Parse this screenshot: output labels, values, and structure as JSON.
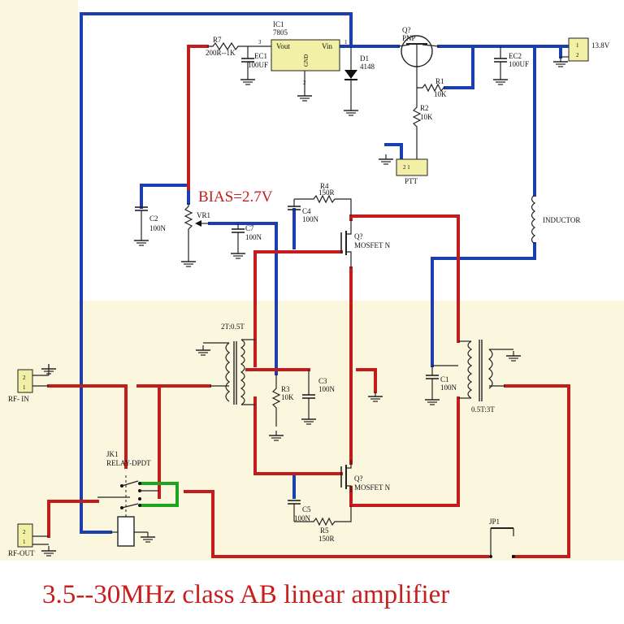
{
  "title": "3.5--30MHz  class AB  linear amplifier",
  "bias_note": "BIAS=2.7V",
  "components": {
    "ic1": {
      "ref": "IC1",
      "part": "7805",
      "pin_vout": "Vout",
      "pin_vin": "Vin",
      "pin_gnd": "GND",
      "pin1": "1",
      "pin2": "2",
      "pin3": "3"
    },
    "r7": {
      "ref": "R7",
      "value": "200R--1K"
    },
    "ec1": {
      "ref": "EC1",
      "value": "100UF"
    },
    "d1": {
      "ref": "D1",
      "value": "4148"
    },
    "q_pnp": {
      "ref": "Q?",
      "value": "PNP"
    },
    "ec2": {
      "ref": "EC2",
      "value": "100UF"
    },
    "j_power": {
      "label": "13.8V",
      "pin1": "1",
      "pin2": "2"
    },
    "r1": {
      "ref": "R1",
      "value": "10K"
    },
    "r2": {
      "ref": "R2",
      "value": "10K"
    },
    "ptt": {
      "label": "PTT",
      "pins": "2 1"
    },
    "vr1": {
      "ref": "VR1"
    },
    "c2": {
      "ref": "C2",
      "value": "100N"
    },
    "c7": {
      "ref": "C7",
      "value": "100N"
    },
    "r4": {
      "ref": "R4",
      "value": "150R"
    },
    "c4": {
      "ref": "C4",
      "value": "100N"
    },
    "q_top": {
      "ref": "Q?",
      "value": "MOSFET N"
    },
    "inductor": {
      "label": "INDUCTOR"
    },
    "t_in": {
      "label": "2T:0.5T"
    },
    "r3": {
      "ref": "R3",
      "value": "10K"
    },
    "c3": {
      "ref": "C3",
      "value": "100N"
    },
    "c1": {
      "ref": "C1",
      "value": "100N"
    },
    "t_out": {
      "label": "0.5T:3T"
    },
    "rf_in": {
      "label": "RF- IN",
      "pin2": "2",
      "pin1": "1"
    },
    "jk1": {
      "ref": "JK1",
      "value": "RELAY-DPDT"
    },
    "q_bot": {
      "ref": "Q?",
      "value": "MOSFET N"
    },
    "c5": {
      "ref": "C5",
      "value": "100N"
    },
    "r5": {
      "ref": "R5",
      "value": "150R"
    },
    "jp1": {
      "ref": "JP1"
    },
    "rf_out": {
      "label": "RF-OUT",
      "pin2": "2",
      "pin1": "1"
    }
  },
  "colors": {
    "background_top": "#ffffff",
    "background_lower": "#fbf7df",
    "wire_blue": "#1b3fae",
    "wire_red": "#c31c1c",
    "wire_green": "#1ea51e",
    "title_red": "#c81e1e"
  }
}
